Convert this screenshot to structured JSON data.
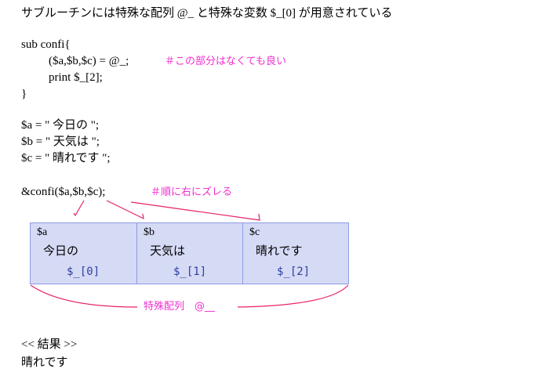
{
  "heading": "サブルーチンには特殊な配列 @_ と特殊な変数 $_[0] が用意されている",
  "code": {
    "line1": "sub confi{",
    "line2": "($a,$b,$c) = @_;",
    "comment2": "＃この部分はなくても良い",
    "line3": "print $_[2];",
    "line4": "}",
    "assign_a": "$a = \" 今日の \";",
    "assign_b": "$b = \" 天気は \";",
    "assign_c": "$c = \" 晴れです \";",
    "call": "&confi($a,$b,$c);",
    "call_comment": "＃順に右にズレる"
  },
  "cells": [
    {
      "var": "$a",
      "value": "今日の",
      "index": "$_[0]"
    },
    {
      "var": "$b",
      "value": "天気は",
      "index": "$_[1]"
    },
    {
      "var": "$c",
      "value": "晴れです",
      "index": "$_[2]"
    }
  ],
  "array_label": "特殊配列　@__",
  "result_heading": "<< 結果 >>",
  "result": "晴れです",
  "colors": {
    "accent": "#e8206a",
    "comment": "#f030d0",
    "cell_fill": "#d5daf5"
  }
}
